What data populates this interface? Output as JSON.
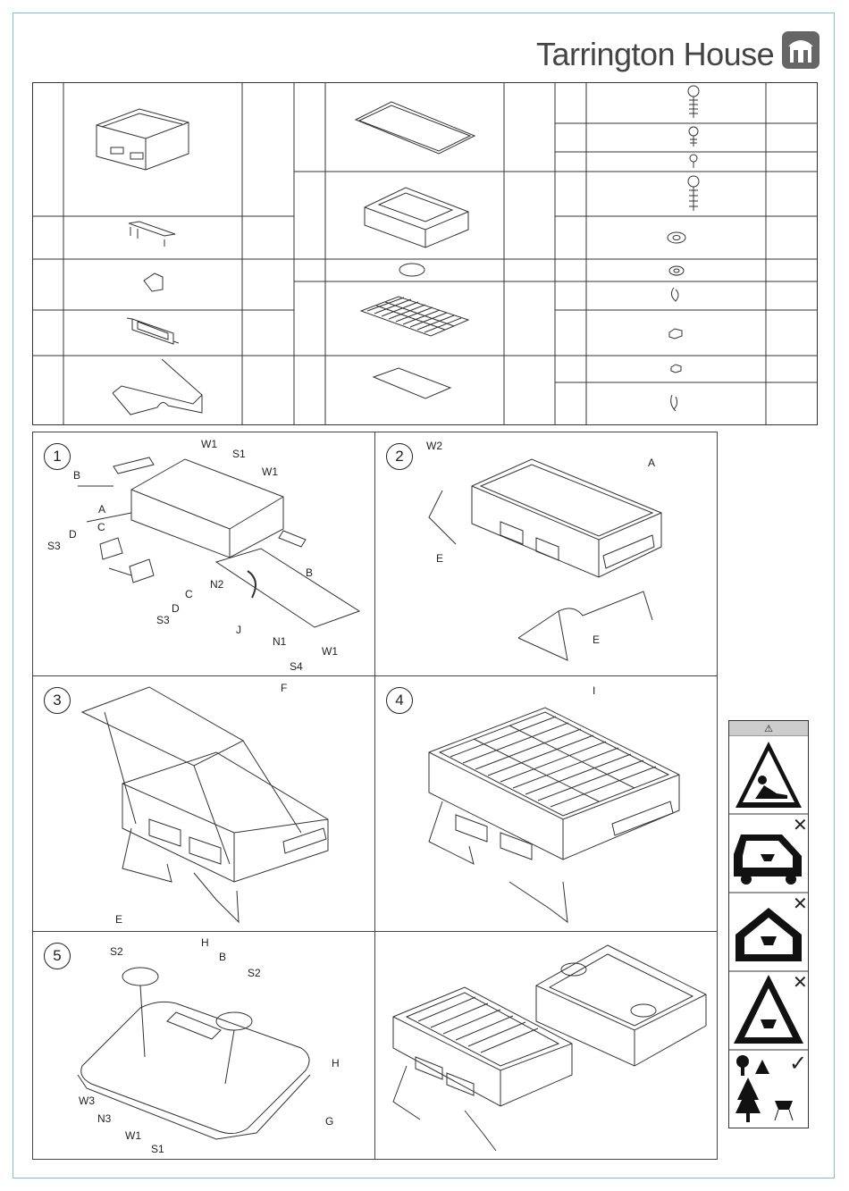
{
  "brand": {
    "name": "Tarrington House",
    "accent": "#2a7fa8"
  },
  "steps": [
    {
      "number": "1",
      "labels": [
        "W1",
        "S1",
        "W1",
        "B",
        "A",
        "C",
        "D",
        "S3",
        "B",
        "N2",
        "C",
        "D",
        "S3",
        "J",
        "N1",
        "W1",
        "S4"
      ]
    },
    {
      "number": "2",
      "labels": [
        "W2",
        "A",
        "E",
        "E"
      ]
    },
    {
      "number": "3",
      "labels": [
        "F",
        "E"
      ]
    },
    {
      "number": "4",
      "labels": [
        "I"
      ]
    },
    {
      "number": "5",
      "labels": [
        "S2",
        "H",
        "B",
        "S2",
        "H",
        "W3",
        "N3",
        "W1",
        "S1",
        "G"
      ]
    }
  ],
  "warnings": [
    {
      "icon": "warning-triangle-icon",
      "symbol": "⚠"
    },
    {
      "icon": "no-car-grill-icon",
      "mark": "✕"
    },
    {
      "icon": "no-house-grill-icon",
      "mark": "✕"
    },
    {
      "icon": "no-tent-grill-icon",
      "mark": "✕"
    },
    {
      "icon": "outdoor-grill-ok-icon",
      "mark": "✓"
    }
  ]
}
